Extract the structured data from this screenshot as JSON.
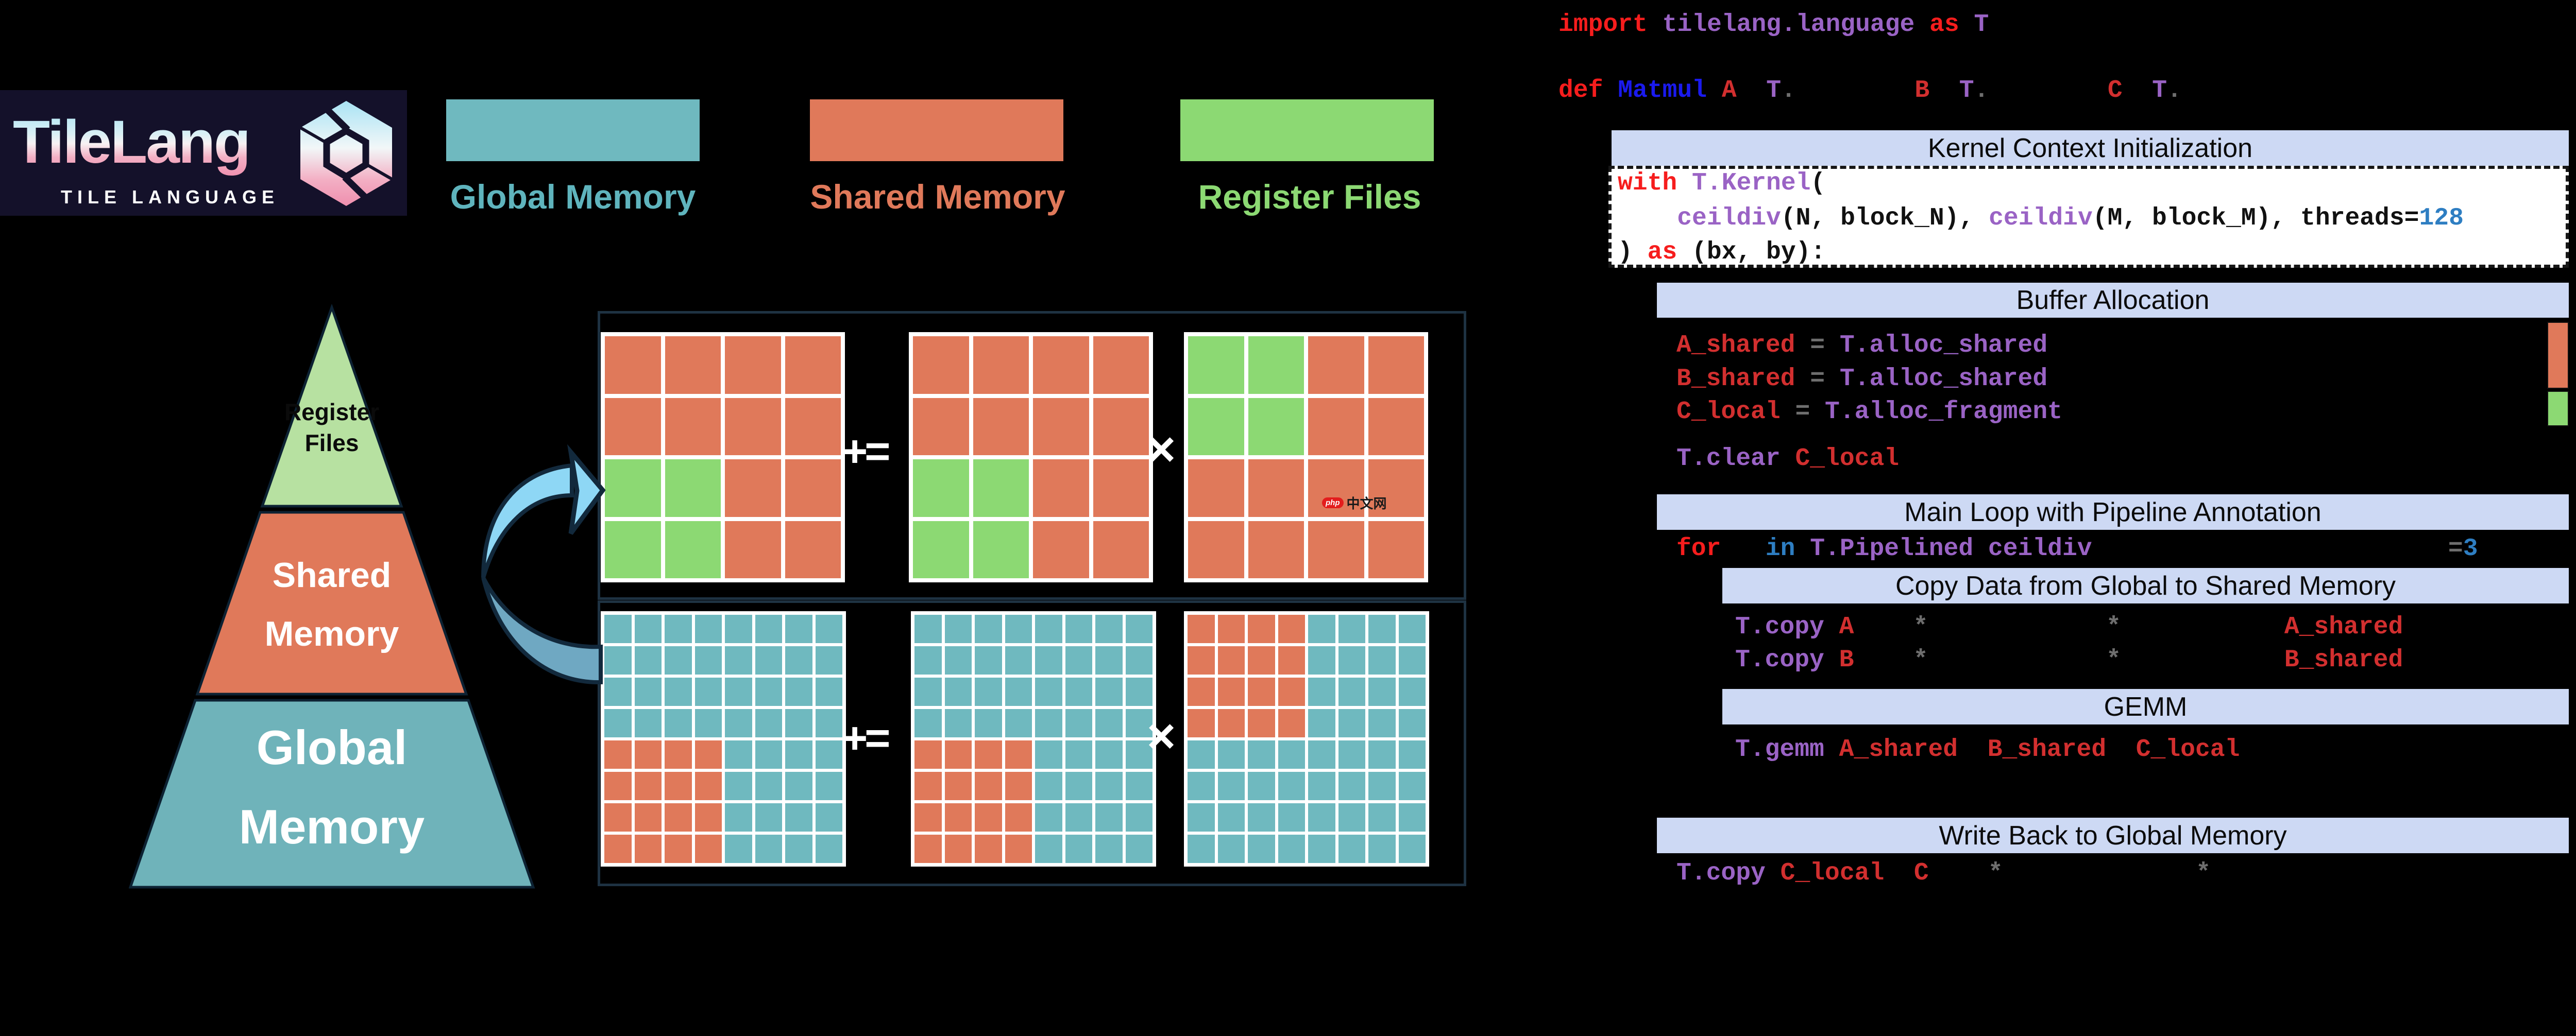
{
  "logo": {
    "title": "TileLang",
    "subtitle": "TILE LANGUAGE",
    "panel_color": "#14112A",
    "gradient_top": "#A9E3F4",
    "gradient_bottom": "#EF8FAE"
  },
  "legend": {
    "items": [
      {
        "label": "Global Memory",
        "color_key": "global"
      },
      {
        "label": "Shared Memory",
        "color_key": "shared"
      },
      {
        "label": "Register Files",
        "color_key": "register"
      }
    ]
  },
  "colors": {
    "global": "#6FB9BF",
    "shared": "#E0795A",
    "register": "#8CD973",
    "pyramid_register": "#B7E1A1",
    "pyramid_shared": "#E0795A",
    "pyramid_global": "#6FB3BA",
    "banner": "#CDD9F4",
    "arrow_light": "#8ED7F5",
    "arrow_dark": "#6FA8C2",
    "code_keyword": "#F61D1D",
    "code_function": "#9A63C5",
    "code_variable": "#D22F2F",
    "code_defname": "#1A1AEE",
    "code_number": "#2E7EC2",
    "code_operator": "#6E6E6E"
  },
  "pyramid": {
    "tiers": [
      {
        "label_line1": "Register",
        "label_line2": "Files"
      },
      {
        "label_line1": "Shared",
        "label_line2": "Memory"
      },
      {
        "label_line1": "Global",
        "label_line2": "Memory"
      }
    ]
  },
  "operators": {
    "accumulate": "+=",
    "multiply": "×"
  },
  "watermark": {
    "badge": "php",
    "text": "中文网"
  },
  "cell_key": {
    "S": "shared",
    "T": "global",
    "G": "register"
  },
  "grids": [
    {
      "name": "top-accumulator-tile",
      "rows": [
        "SSSS",
        "SSSS",
        "GGSS",
        "GGSS"
      ]
    },
    {
      "name": "top-operand-a-tile",
      "rows": [
        "SSSS",
        "SSSS",
        "GGSS",
        "GGSS"
      ]
    },
    {
      "name": "top-operand-b-tile",
      "rows": [
        "GGSS",
        "GGSS",
        "SSSS",
        "SSSS"
      ]
    },
    {
      "name": "bottom-accumulator-matrix",
      "rows": [
        "TTTTTTTT",
        "TTTTTTTT",
        "TTTTTTTT",
        "TTTTTTTT",
        "SSSSTTTT",
        "SSSSTTTT",
        "SSSSTTTT",
        "SSSSTTTT"
      ]
    },
    {
      "name": "bottom-operand-a-matrix",
      "rows": [
        "TTTTTTTT",
        "TTTTTTTT",
        "TTTTTTTT",
        "TTTTTTTT",
        "SSSSTTTT",
        "SSSSTTTT",
        "SSSSTTTT",
        "SSSSTTTT"
      ]
    },
    {
      "name": "bottom-operand-b-matrix",
      "rows": [
        "SSSSTTTT",
        "SSSSTTTT",
        "SSSSTTTT",
        "SSSSTTTT",
        "TTTTTTTT",
        "TTTTTTTT",
        "TTTTTTTT",
        "TTTTTTTT"
      ]
    }
  ],
  "code": {
    "banners": [
      {
        "label": "Kernel Context Initialization"
      },
      {
        "label": "Buffer Allocation"
      },
      {
        "label": "Main Loop with Pipeline Annotation"
      },
      {
        "label": "Copy Data from Global to Shared Memory"
      },
      {
        "label": "GEMM"
      },
      {
        "label": "Write Back to Global Memory"
      }
    ],
    "lines": [
      {
        "segments": [
          {
            "t": "import ",
            "c": "kw"
          },
          {
            "t": "tilelang.language ",
            "c": "fn"
          },
          {
            "t": "as ",
            "c": "kw"
          },
          {
            "t": "T",
            "c": "fn"
          }
        ]
      },
      {
        "segments": [
          {
            "t": "def ",
            "c": "kw"
          },
          {
            "t": "Matmul ",
            "c": "def"
          },
          {
            "t": "A",
            "c": "var"
          },
          {
            "t": "  ",
            "c": "sp"
          },
          {
            "t": "T",
            "c": "fn"
          },
          {
            "t": ".",
            "c": "op"
          },
          {
            "t": "        ",
            "c": "sp"
          },
          {
            "t": "B",
            "c": "var"
          },
          {
            "t": "  ",
            "c": "sp"
          },
          {
            "t": "T",
            "c": "fn"
          },
          {
            "t": ".",
            "c": "op"
          },
          {
            "t": "        ",
            "c": "sp"
          },
          {
            "t": "C",
            "c": "var"
          },
          {
            "t": "  ",
            "c": "sp"
          },
          {
            "t": "T",
            "c": "fn"
          },
          {
            "t": ".",
            "c": "op"
          }
        ]
      },
      {
        "segments": [
          {
            "t": "with ",
            "c": "kw"
          },
          {
            "t": "T.Kernel",
            "c": "fn"
          },
          {
            "t": "(",
            "c": "plain"
          }
        ]
      },
      {
        "segments": [
          {
            "t": "    ",
            "c": "sp"
          },
          {
            "t": "ceildiv",
            "c": "fn"
          },
          {
            "t": "(N, block_N), ",
            "c": "plain"
          },
          {
            "t": "ceildiv",
            "c": "fn"
          },
          {
            "t": "(M, block_M), ",
            "c": "plain"
          },
          {
            "t": "threads=",
            "c": "plain"
          },
          {
            "t": "128",
            "c": "num"
          }
        ]
      },
      {
        "segments": [
          {
            "t": ") ",
            "c": "plain"
          },
          {
            "t": "as ",
            "c": "kw"
          },
          {
            "t": "(bx, by):",
            "c": "plain"
          }
        ]
      },
      {
        "segments": [
          {
            "t": "A_shared ",
            "c": "var"
          },
          {
            "t": "= ",
            "c": "op"
          },
          {
            "t": "T.alloc_shared",
            "c": "fn"
          }
        ]
      },
      {
        "segments": [
          {
            "t": "B_shared ",
            "c": "var"
          },
          {
            "t": "= ",
            "c": "op"
          },
          {
            "t": "T.alloc_shared",
            "c": "fn"
          }
        ]
      },
      {
        "segments": [
          {
            "t": "C_local ",
            "c": "var"
          },
          {
            "t": "= ",
            "c": "op"
          },
          {
            "t": "T.alloc_fragment",
            "c": "fn"
          }
        ]
      },
      {
        "segments": [
          {
            "t": "T.clear ",
            "c": "fn"
          },
          {
            "t": "C_local",
            "c": "var"
          }
        ]
      },
      {
        "segments": [
          {
            "t": "for",
            "c": "kw"
          },
          {
            "t": "   ",
            "c": "sp"
          },
          {
            "t": "in ",
            "c": "num"
          },
          {
            "t": "T.Pipelined ceildiv",
            "c": "fn"
          },
          {
            "t": "                        ",
            "c": "sp"
          },
          {
            "t": "=",
            "c": "op"
          },
          {
            "t": "3",
            "c": "num"
          }
        ]
      },
      {
        "segments": [
          {
            "t": "T.copy ",
            "c": "fn"
          },
          {
            "t": "A",
            "c": "var"
          },
          {
            "t": "    ",
            "c": "sp"
          },
          {
            "t": "*",
            "c": "op"
          },
          {
            "t": "            ",
            "c": "sp"
          },
          {
            "t": "*",
            "c": "op"
          },
          {
            "t": "           ",
            "c": "sp"
          },
          {
            "t": "A_shared",
            "c": "var"
          }
        ]
      },
      {
        "segments": [
          {
            "t": "T.copy ",
            "c": "fn"
          },
          {
            "t": "B",
            "c": "var"
          },
          {
            "t": "    ",
            "c": "sp"
          },
          {
            "t": "*",
            "c": "op"
          },
          {
            "t": "            ",
            "c": "sp"
          },
          {
            "t": "*",
            "c": "op"
          },
          {
            "t": "           ",
            "c": "sp"
          },
          {
            "t": "B_shared",
            "c": "var"
          }
        ]
      },
      {
        "segments": [
          {
            "t": "T.gemm ",
            "c": "fn"
          },
          {
            "t": "A_shared",
            "c": "var"
          },
          {
            "t": "  ",
            "c": "sp"
          },
          {
            "t": "B_shared",
            "c": "var"
          },
          {
            "t": "  ",
            "c": "sp"
          },
          {
            "t": "C_local",
            "c": "var"
          }
        ]
      },
      {
        "segments": [
          {
            "t": "T.copy ",
            "c": "fn"
          },
          {
            "t": "C_local",
            "c": "var"
          },
          {
            "t": "  ",
            "c": "sp"
          },
          {
            "t": "C",
            "c": "var"
          },
          {
            "t": "    ",
            "c": "sp"
          },
          {
            "t": "*",
            "c": "op"
          },
          {
            "t": "             ",
            "c": "sp"
          },
          {
            "t": "*",
            "c": "op"
          }
        ]
      }
    ]
  }
}
